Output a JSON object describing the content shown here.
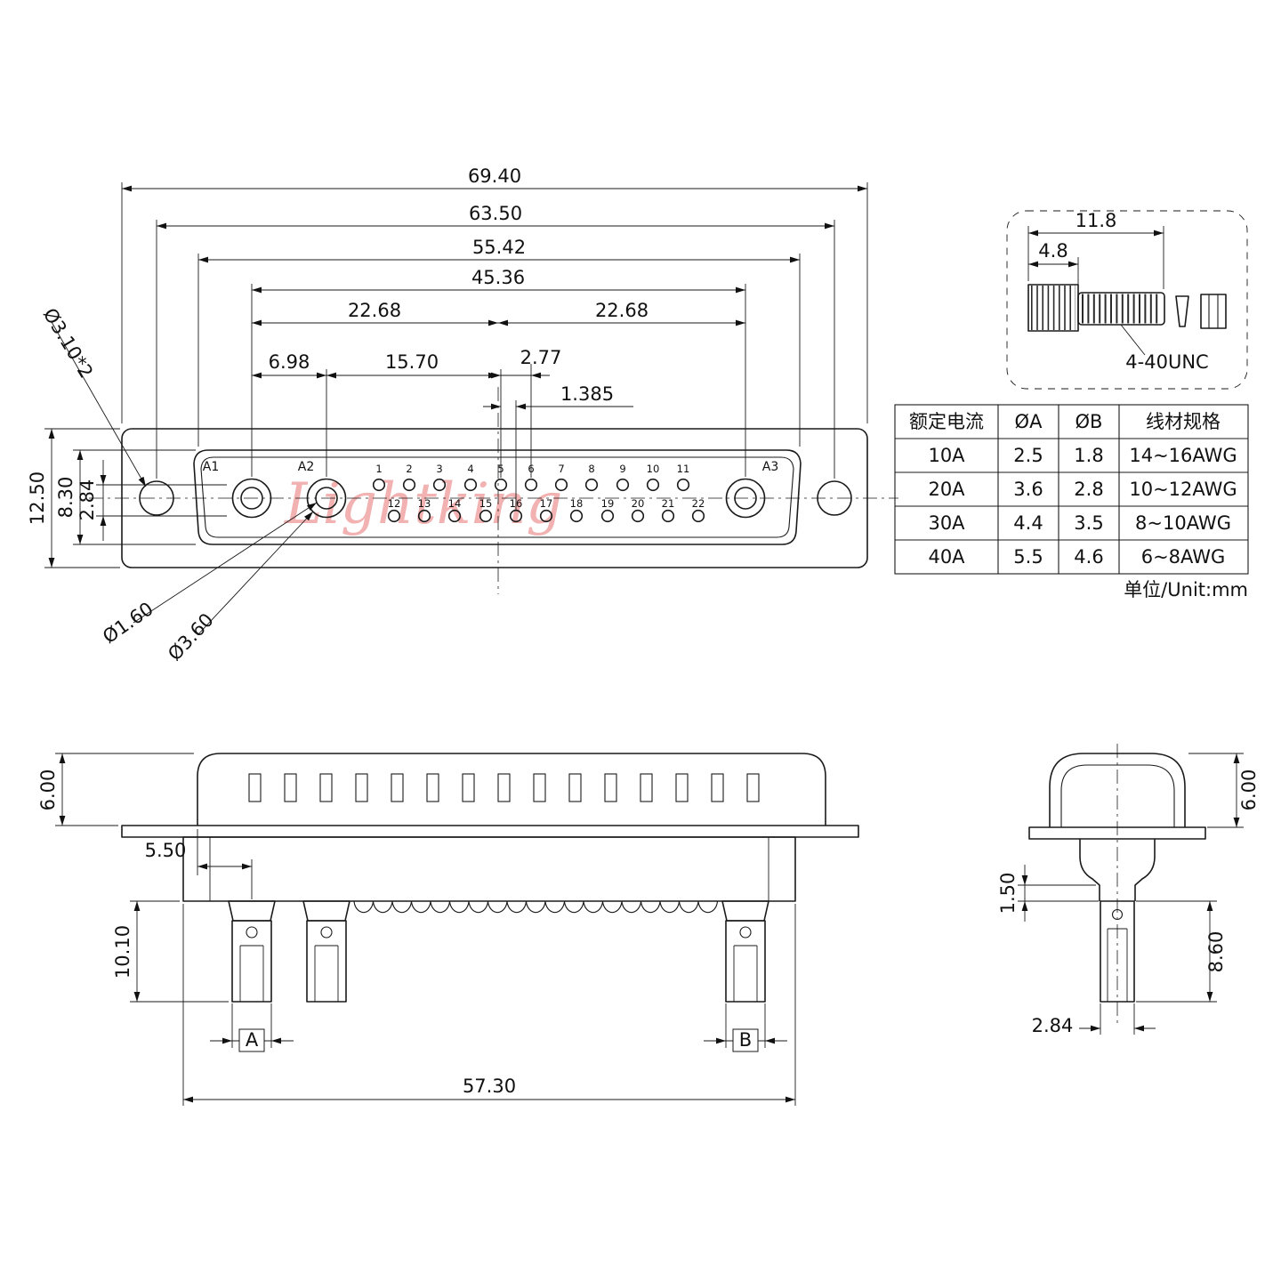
{
  "watermark": "Lightking",
  "unit_label": "单位/Unit:mm",
  "front_view": {
    "labels": {
      "a1": "A1",
      "a2": "A2",
      "a3": "A3"
    },
    "pin_numbers_top": [
      "1",
      "2",
      "3",
      "4",
      "5",
      "6",
      "7",
      "8",
      "9",
      "10",
      "11"
    ],
    "pin_numbers_bottom": [
      "12",
      "13",
      "14",
      "15",
      "16",
      "17",
      "18",
      "19",
      "20",
      "21",
      "22"
    ],
    "dims": {
      "total_width": "69.40",
      "mount_hole_span": "63.50",
      "opening_width": "55.42",
      "power_contact_span": "45.36",
      "half_span_left": "22.68",
      "half_span_right": "22.68",
      "a1_a2_spacing": "6.98",
      "a2_center_spacing": "15.70",
      "pin_pitch": "2.77",
      "row_offset": "1.385",
      "flange_height": "12.50",
      "opening_height": "8.30",
      "row_spacing": "2.84"
    },
    "callouts": {
      "mount_hole": "Ø3.10*2",
      "inner_pin": "Ø1.60",
      "contact_barrel": "Ø3.60"
    }
  },
  "screw_detail": {
    "dims": {
      "total_length": "11.8",
      "head_length": "4.8"
    },
    "thread_label": "4-40UNC"
  },
  "spec_table": {
    "headers": [
      "额定电流",
      "ØA",
      "ØB",
      "线材规格"
    ],
    "rows": [
      [
        "10A",
        "2.5",
        "1.8",
        "14~16AWG"
      ],
      [
        "20A",
        "3.6",
        "2.8",
        "10~12AWG"
      ],
      [
        "30A",
        "4.4",
        "3.5",
        "8~10AWG"
      ],
      [
        "40A",
        "5.5",
        "4.6",
        "6~8AWG"
      ]
    ]
  },
  "side_view": {
    "dims": {
      "shell_height": "6.00",
      "first_contact_offset": "5.50",
      "contact_length": "10.10",
      "body_width": "57.30"
    },
    "labels": {
      "a": "A",
      "b": "B"
    }
  },
  "end_view": {
    "dims": {
      "shell_height": "6.00",
      "step": "1.50",
      "tail_length": "8.60",
      "tail_diameter": "2.84"
    }
  }
}
